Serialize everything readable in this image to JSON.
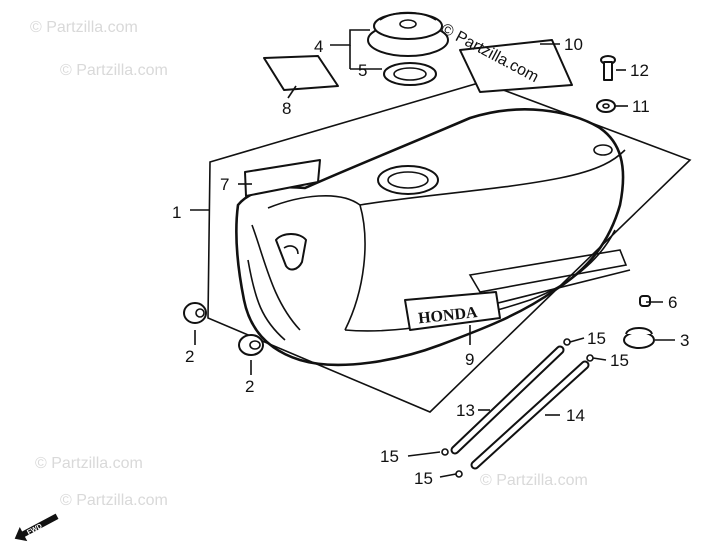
{
  "watermarks": {
    "top_right": "© Partzilla.com",
    "faint": "© Partzilla.com"
  },
  "decal_text": "HONDA",
  "fwd_label": "FWD",
  "callouts": {
    "c1": "1",
    "c2a": "2",
    "c2b": "2",
    "c3": "3",
    "c4": "4",
    "c5": "5",
    "c6": "6",
    "c7": "7",
    "c8": "8",
    "c9": "9",
    "c10": "10",
    "c11": "11",
    "c12": "12",
    "c13": "13",
    "c14": "14",
    "c15a": "15",
    "c15b": "15",
    "c15c": "15",
    "c15d": "15"
  }
}
